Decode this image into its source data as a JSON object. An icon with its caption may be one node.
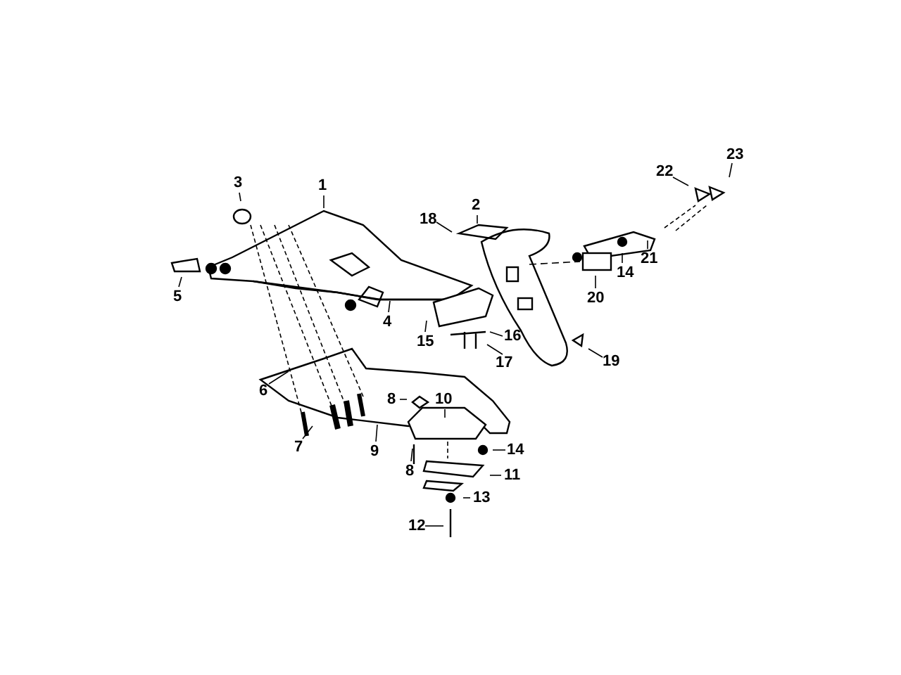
{
  "diagram": {
    "nodes": [
      {
        "text": [
          "1"
        ]
      },
      {
        "text": [
          "2"
        ]
      },
      {
        "text": [
          "3"
        ]
      },
      {
        "text": [
          "4"
        ]
      },
      {
        "text": [
          "5"
        ]
      },
      {
        "text": [
          "6"
        ]
      },
      {
        "text": [
          "7"
        ]
      },
      {
        "text": [
          "8"
        ]
      },
      {
        "text": [
          "8"
        ]
      },
      {
        "text": [
          "9"
        ]
      },
      {
        "text": [
          "10"
        ]
      },
      {
        "text": [
          "11"
        ]
      },
      {
        "text": [
          "12"
        ]
      },
      {
        "text": [
          "13"
        ]
      },
      {
        "text": [
          "14"
        ]
      },
      {
        "text": [
          "14"
        ]
      },
      {
        "text": [
          "15"
        ]
      },
      {
        "text": [
          "16"
        ]
      },
      {
        "text": [
          "17"
        ]
      },
      {
        "text": [
          "18"
        ]
      },
      {
        "text": [
          "19"
        ]
      },
      {
        "text": [
          "20"
        ]
      },
      {
        "text": [
          "21"
        ]
      },
      {
        "text": [
          "22"
        ]
      },
      {
        "text": [
          "23"
        ]
      }
    ],
    "edges": [
      {
        "from": 0,
        "to": null,
        "arrow": "none"
      },
      {
        "from": 1,
        "to": null,
        "arrow": "none"
      },
      {
        "from": 2,
        "to": null,
        "arrow": "none"
      },
      {
        "from": 3,
        "to": null,
        "arrow": "none"
      },
      {
        "from": 4,
        "to": null,
        "arrow": "none"
      },
      {
        "from": 5,
        "to": null,
        "arrow": "none"
      },
      {
        "from": 6,
        "to": null,
        "arrow": "none"
      },
      {
        "from": 7,
        "to": null,
        "arrow": "none"
      },
      {
        "from": 8,
        "to": null,
        "arrow": "none"
      },
      {
        "from": 9,
        "to": null,
        "arrow": "none"
      },
      {
        "from": 10,
        "to": null,
        "arrow": "none"
      },
      {
        "from": 11,
        "to": null,
        "arrow": "none"
      },
      {
        "from": 12,
        "to": null,
        "arrow": "none"
      },
      {
        "from": 13,
        "to": null,
        "arrow": "none"
      },
      {
        "from": 14,
        "to": null,
        "arrow": "none"
      },
      {
        "from": 15,
        "to": null,
        "arrow": "none"
      },
      {
        "from": 16,
        "to": null,
        "arrow": "none"
      },
      {
        "from": 17,
        "to": null,
        "arrow": "none"
      },
      {
        "from": 18,
        "to": null,
        "arrow": "none"
      },
      {
        "from": 19,
        "to": null,
        "arrow": "none"
      },
      {
        "from": 20,
        "to": null,
        "arrow": "none"
      },
      {
        "from": 21,
        "to": null,
        "arrow": "none"
      },
      {
        "from": 22,
        "to": null,
        "arrow": "none"
      },
      {
        "from": 23,
        "to": null,
        "arrow": "none"
      },
      {
        "from": 24,
        "to": null,
        "arrow": "none"
      }
    ]
  }
}
